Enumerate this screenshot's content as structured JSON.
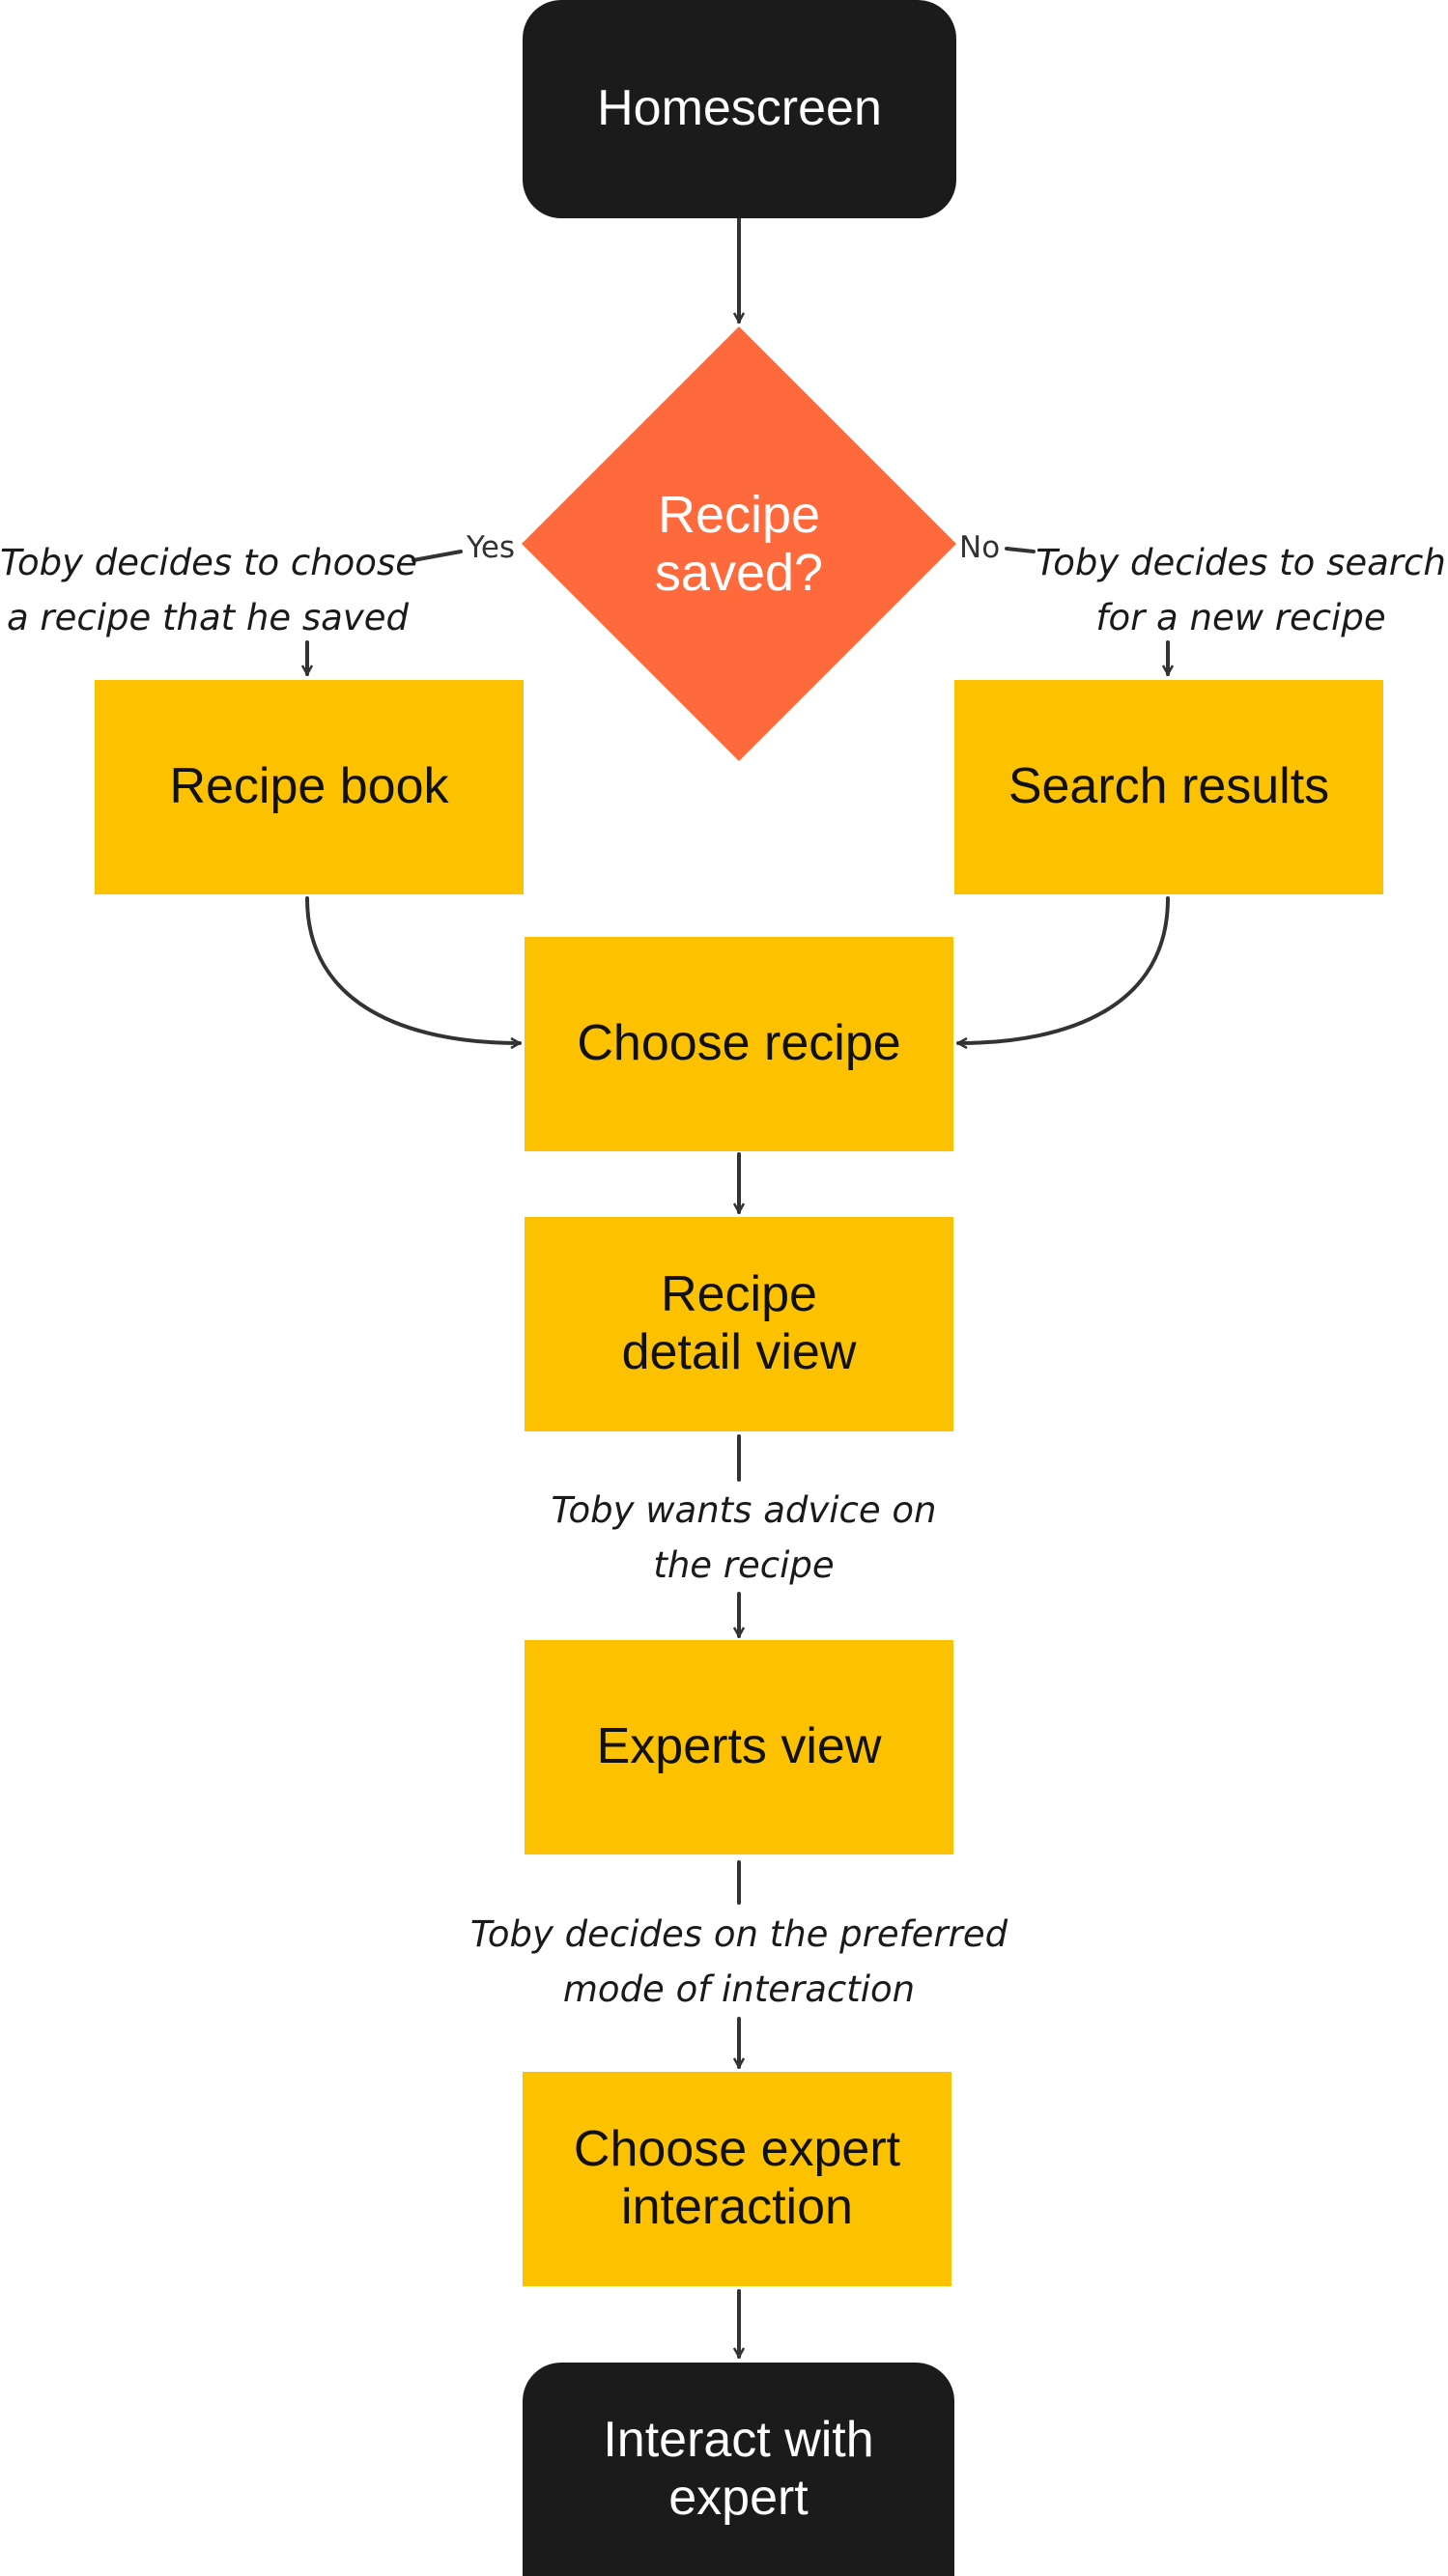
{
  "colors": {
    "terminal": "#1b1b1b",
    "process": "#fcc200",
    "decision": "#ff6a3c",
    "connector": "#333333"
  },
  "nodes": {
    "homescreen": "Homescreen",
    "decision": "Recipe saved?",
    "recipe_book": "Recipe book",
    "search_results": "Search results",
    "choose_recipe": "Choose recipe",
    "recipe_detail": "Recipe detail view",
    "experts_view": "Experts view",
    "choose_expert": "Choose expert interaction",
    "interact_expert": "Interact with expert"
  },
  "branches": {
    "yes": "Yes",
    "no": "No"
  },
  "notes": {
    "saved_line1": "Toby decides to choose",
    "saved_line2": "a recipe that he saved",
    "search_line1": "Toby decides to search",
    "search_line2": "for a new recipe",
    "advice_line1": "Toby wants advice on",
    "advice_line2": "the recipe",
    "mode_line1": "Toby decides on the preferred",
    "mode_line2": "mode of interaction"
  }
}
